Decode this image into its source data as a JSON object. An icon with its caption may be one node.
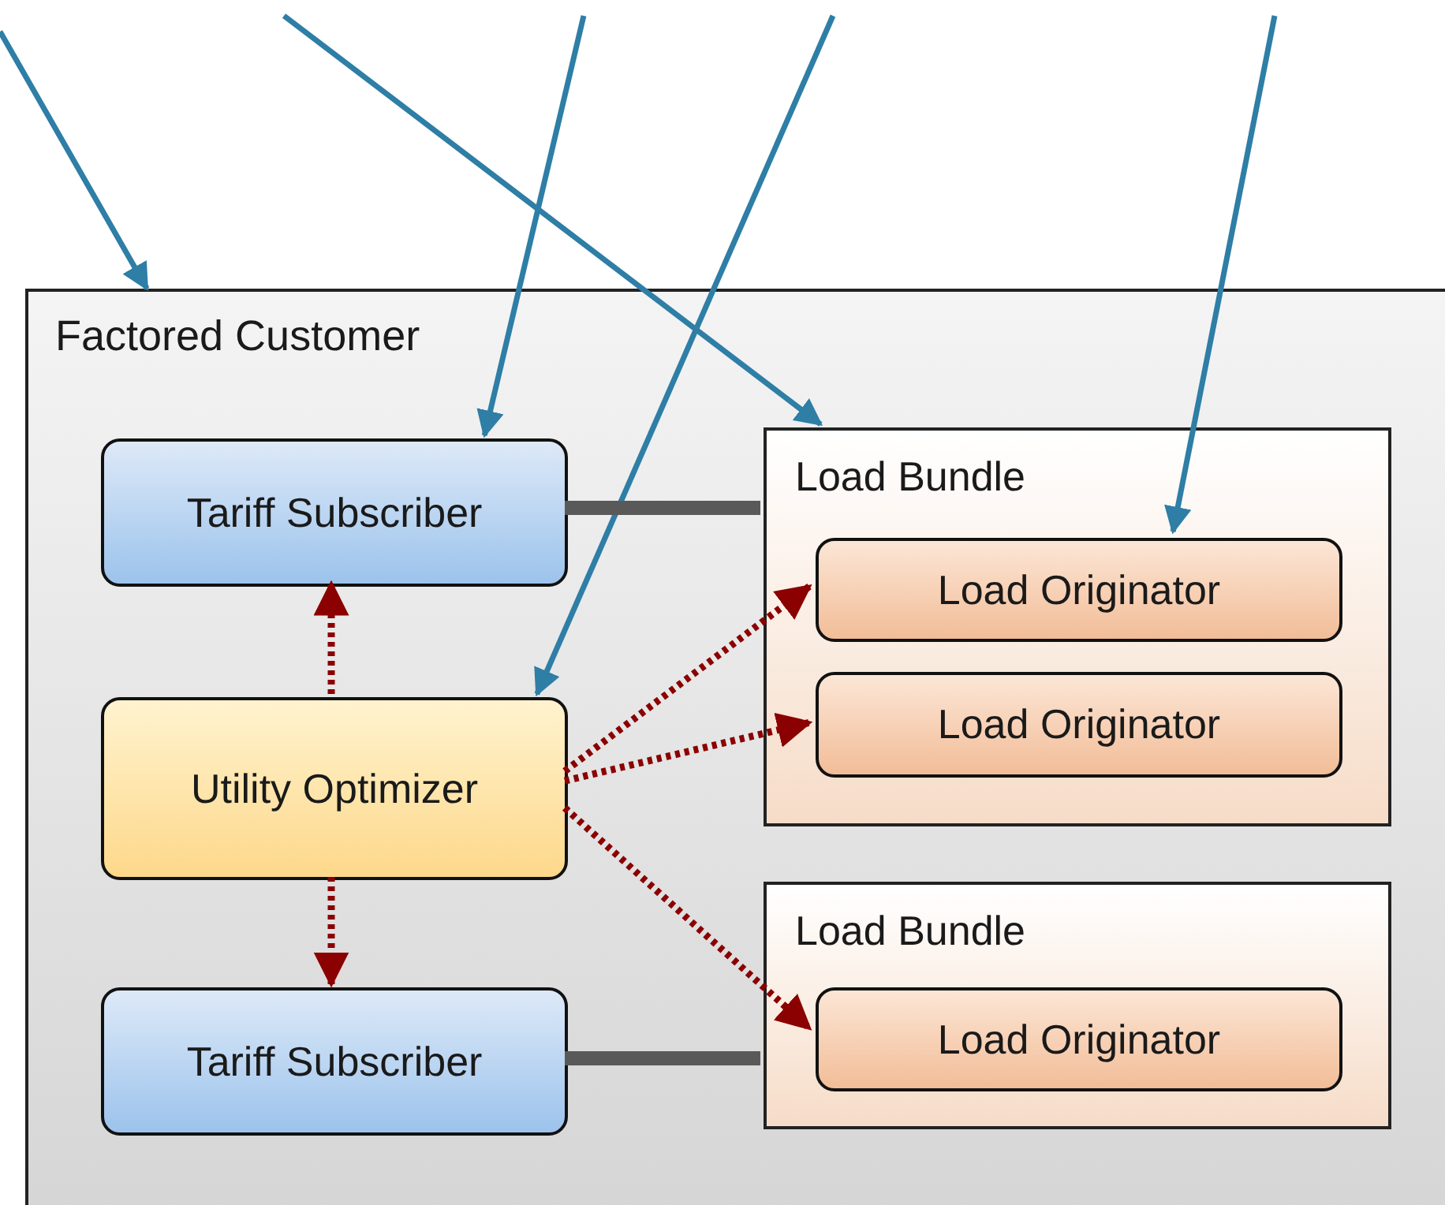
{
  "diagram": {
    "nodes": [
      {
        "text": [
          "Factored Customer"
        ]
      },
      {
        "text": [
          "Tariff Subscriber"
        ],
        "in": 0
      },
      {
        "text": [
          "Load Bundle"
        ],
        "in": 0
      },
      {
        "text": [
          "Load Originator"
        ],
        "in": 2
      },
      {
        "text": [
          "Load Originator"
        ],
        "in": 2
      },
      {
        "text": [
          "Utility Optimizer"
        ],
        "in": 0
      },
      {
        "text": [
          "Tariff Subscriber"
        ],
        "in": 0
      },
      {
        "text": [
          "Load Bundle"
        ],
        "in": 0
      },
      {
        "text": [
          "Load Originator"
        ],
        "in": 7
      }
    ],
    "edges": [
      {
        "from": null,
        "to": 0,
        "arrow": "to"
      },
      {
        "from": null,
        "to": 2,
        "arrow": "to"
      },
      {
        "from": null,
        "to": 1,
        "arrow": "to"
      },
      {
        "from": null,
        "to": 5,
        "arrow": "to"
      },
      {
        "from": null,
        "to": 3,
        "arrow": "to"
      },
      {
        "from": 1,
        "to": 2,
        "arrow": "none",
        "style": "thick",
        "color": "#595959"
      },
      {
        "from": 6,
        "to": 7,
        "arrow": "none",
        "style": "thick",
        "color": "#595959"
      },
      {
        "from": 5,
        "to": 1,
        "arrow": "to",
        "style": "dashed",
        "color": "#8b0000"
      },
      {
        "from": 5,
        "to": 6,
        "arrow": "to",
        "style": "dashed",
        "color": "#8b0000"
      },
      {
        "from": 5,
        "to": 3,
        "arrow": "to",
        "style": "dashed",
        "color": "#8b0000"
      },
      {
        "from": 5,
        "to": 4,
        "arrow": "to",
        "style": "dashed",
        "color": "#8b0000"
      },
      {
        "from": 5,
        "to": 8,
        "arrow": "to",
        "style": "dashed",
        "color": "#8b0000"
      }
    ]
  }
}
